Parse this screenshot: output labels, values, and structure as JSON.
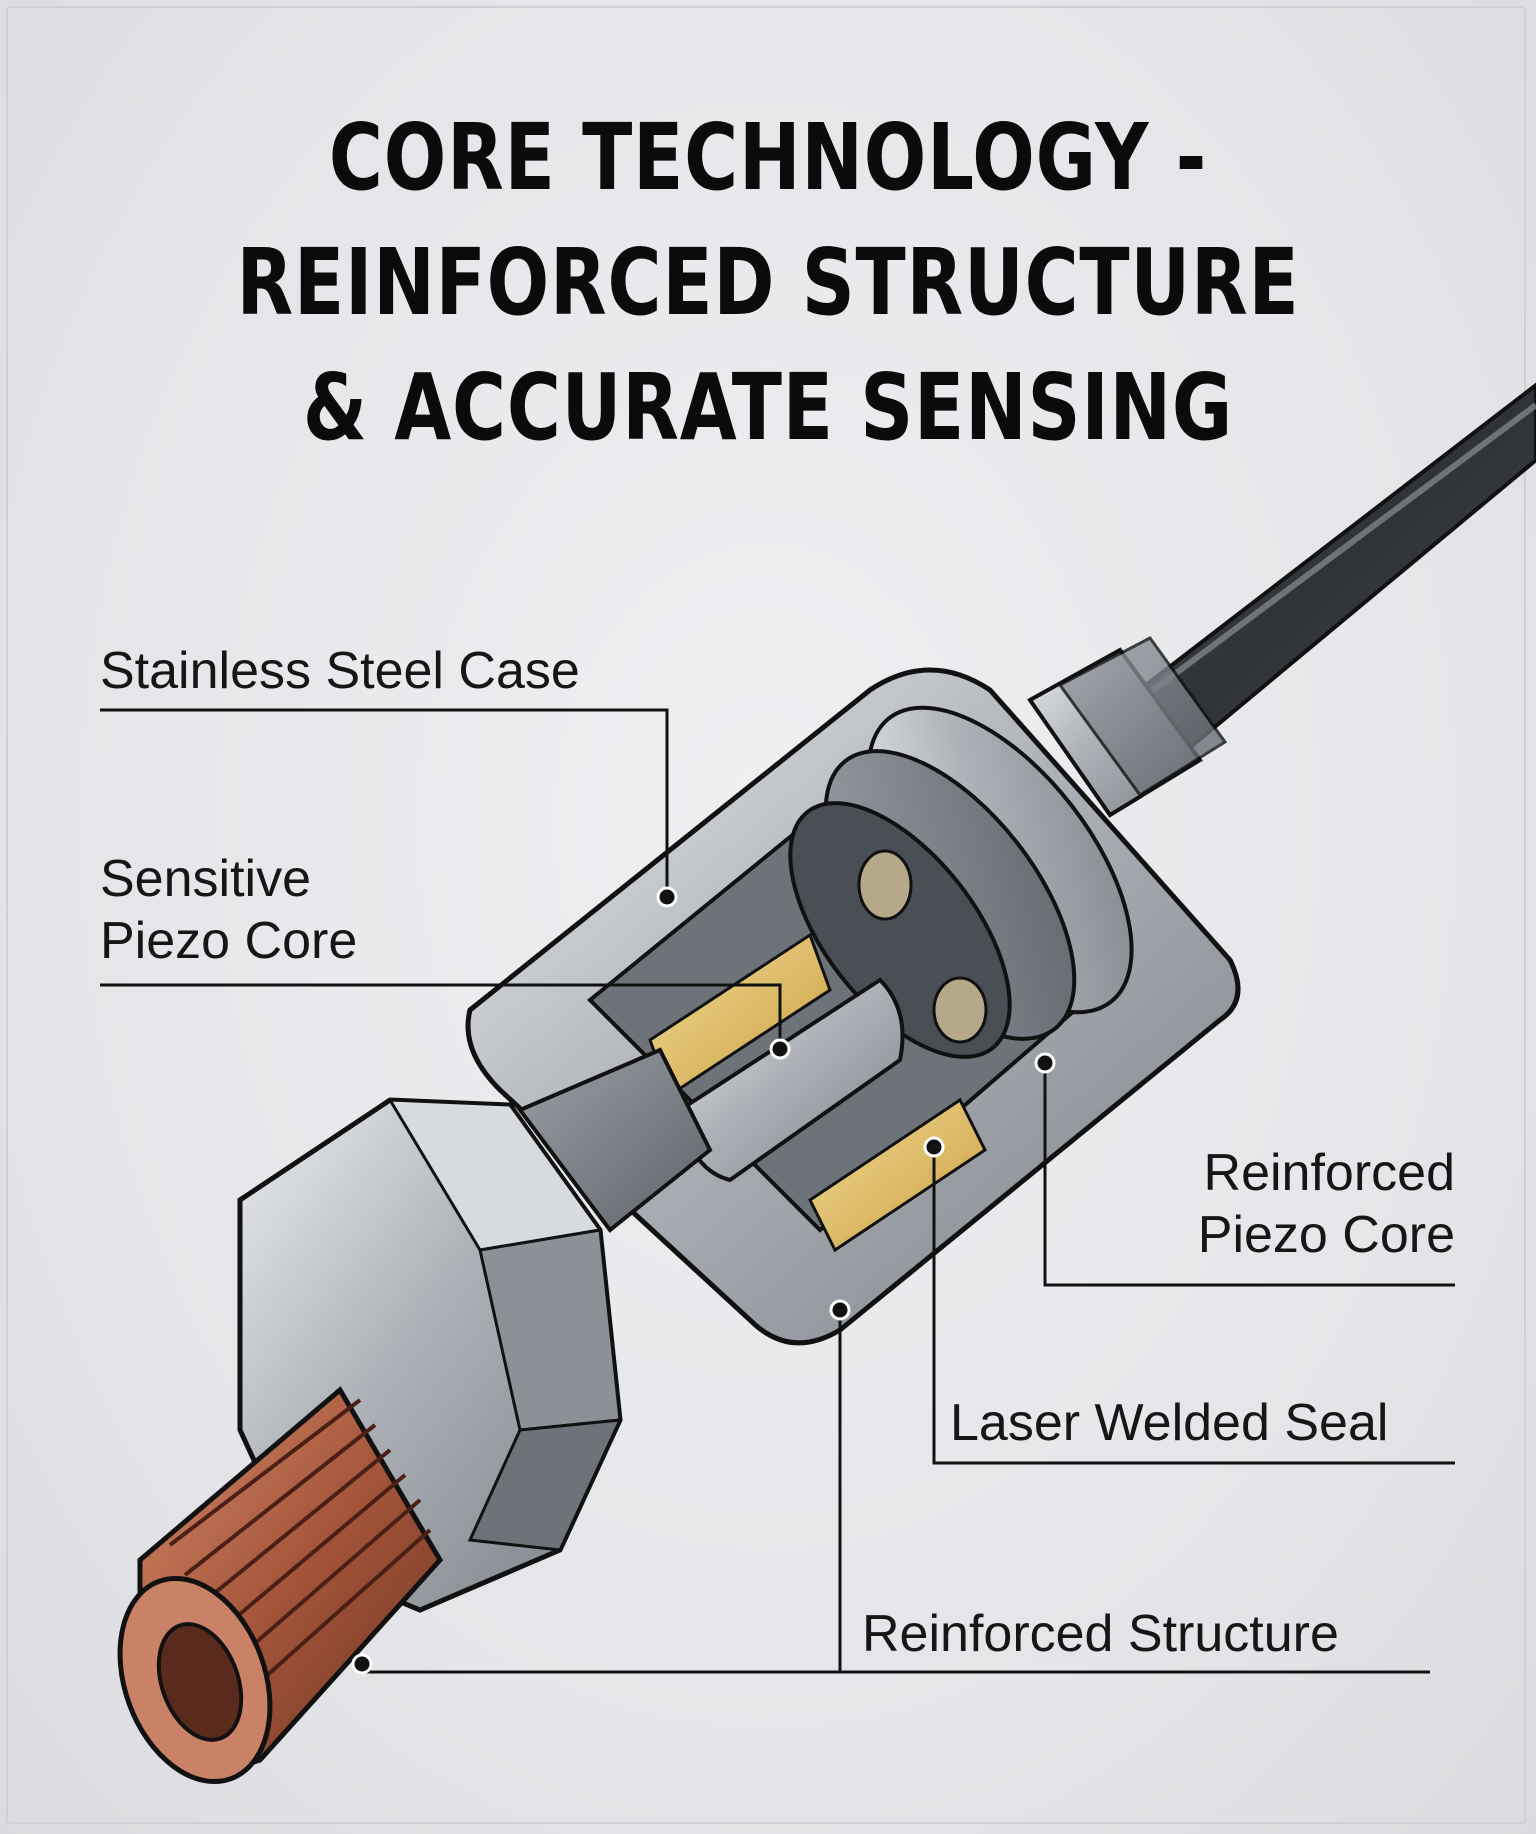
{
  "title": {
    "lines": [
      "CORE TECHNOLOGY -",
      "REINFORCED STRUCTURE",
      "& ACCURATE SENSING"
    ]
  },
  "callouts": {
    "stainless_steel_case": "Stainless Steel Case",
    "sensitive_piezo_core": [
      "Sensitive",
      "Piezo Core"
    ],
    "reinforced_piezo_core": [
      "Reinforced",
      "Piezo Core"
    ],
    "laser_welded_seal": "Laser Welded Seal",
    "reinforced_structure": "Reinforced Structure"
  },
  "colors": {
    "background": "#e4e6e8",
    "text": "#0b0b0b",
    "steel": "#b9bcc1",
    "copper": "#a4553a",
    "piezo": "#e2c06a",
    "cable": "#3c3f44"
  }
}
